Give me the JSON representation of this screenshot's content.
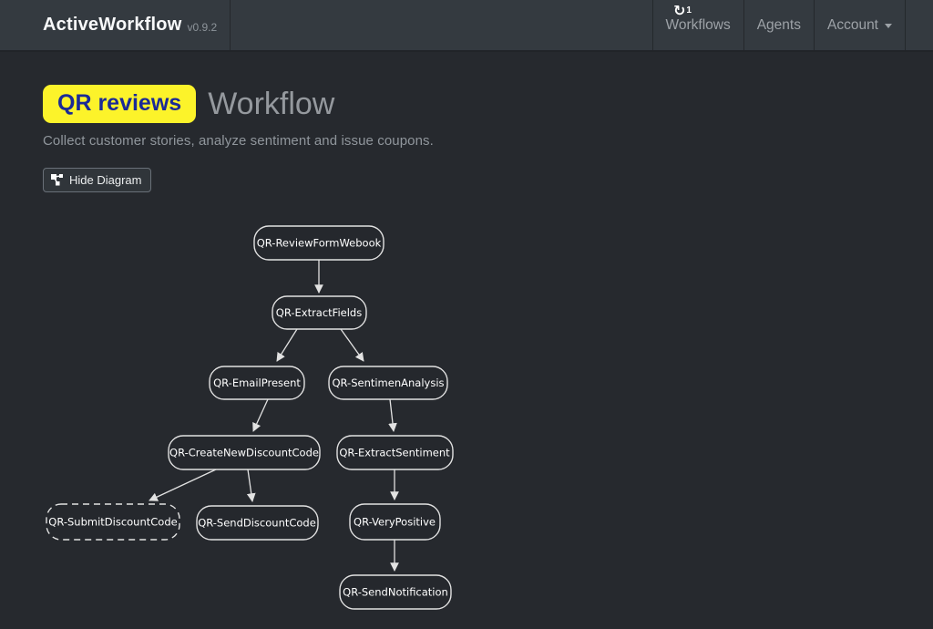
{
  "navbar": {
    "brand": "ActiveWorkflow",
    "version": "v0.9.2",
    "refresh": {
      "icon": "↻",
      "count": "1"
    },
    "items": [
      {
        "label": "Workflows"
      },
      {
        "label": "Agents"
      },
      {
        "label": "Account",
        "has_dropdown": true
      }
    ]
  },
  "page": {
    "badge": "QR reviews",
    "title": "Workflow",
    "description": "Collect customer stories, analyze sentiment and issue coupons.",
    "toggle_diagram_label": "Hide Diagram"
  },
  "diagram": {
    "nodes": [
      {
        "id": "review-form-webhook",
        "label": "QR-ReviewFormWebook",
        "style": "solid"
      },
      {
        "id": "extract-fields",
        "label": "QR-ExtractFields",
        "style": "solid"
      },
      {
        "id": "email-present",
        "label": "QR-EmailPresent",
        "style": "solid"
      },
      {
        "id": "sentimen-analysis",
        "label": "QR-SentimenAnalysis",
        "style": "solid"
      },
      {
        "id": "create-new-discount-code",
        "label": "QR-CreateNewDiscountCode",
        "style": "solid"
      },
      {
        "id": "extract-sentiment",
        "label": "QR-ExtractSentiment",
        "style": "solid"
      },
      {
        "id": "submit-discount-code",
        "label": "QR-SubmitDiscountCode",
        "style": "dashed"
      },
      {
        "id": "send-discount-code",
        "label": "QR-SendDiscountCode",
        "style": "solid"
      },
      {
        "id": "very-positive",
        "label": "QR-VeryPositive",
        "style": "solid"
      },
      {
        "id": "send-notification",
        "label": "QR-SendNotification",
        "style": "solid"
      }
    ],
    "edges": [
      [
        "QR-ReviewFormWebook",
        "QR-ExtractFields"
      ],
      [
        "QR-ExtractFields",
        "QR-EmailPresent"
      ],
      [
        "QR-ExtractFields",
        "QR-SentimenAnalysis"
      ],
      [
        "QR-EmailPresent",
        "QR-CreateNewDiscountCode"
      ],
      [
        "QR-SentimenAnalysis",
        "QR-ExtractSentiment"
      ],
      [
        "QR-CreateNewDiscountCode",
        "QR-SubmitDiscountCode"
      ],
      [
        "QR-CreateNewDiscountCode",
        "QR-SendDiscountCode"
      ],
      [
        "QR-ExtractSentiment",
        "QR-VeryPositive"
      ],
      [
        "QR-VeryPositive",
        "QR-SendNotification"
      ]
    ]
  },
  "colors": {
    "navbar_bg": "#343a40",
    "body_bg": "#26292e",
    "badge_bg": "#fcf32a",
    "badge_text": "#1b2a96",
    "node_border": "#e2e2e2",
    "nav_link": "#9da2a7"
  }
}
